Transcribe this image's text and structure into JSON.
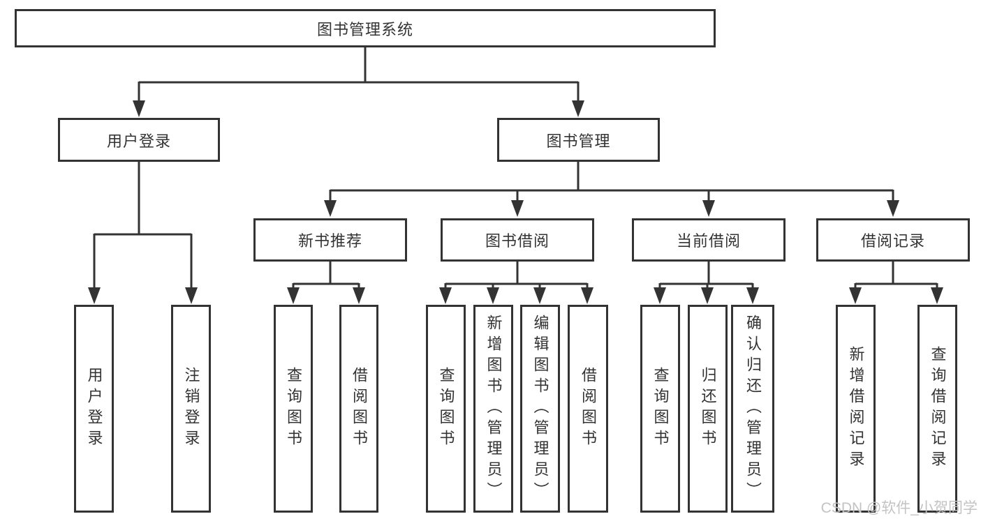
{
  "diagram": {
    "root": {
      "label": "图书管理系统"
    },
    "branches": [
      {
        "label": "用户登录",
        "children": [
          {
            "label": "用户登录"
          },
          {
            "label": "注销登录"
          }
        ]
      },
      {
        "label": "图书管理",
        "children": [
          {
            "label": "新书推荐",
            "children": [
              {
                "label": "查询图书"
              },
              {
                "label": "借阅图书"
              }
            ]
          },
          {
            "label": "图书借阅",
            "children": [
              {
                "label": "查询图书"
              },
              {
                "label": "新增图书（管理员）"
              },
              {
                "label": "编辑图书（管理员）"
              },
              {
                "label": "借阅图书"
              }
            ]
          },
          {
            "label": "当前借阅",
            "children": [
              {
                "label": "查询图书"
              },
              {
                "label": "归还图书"
              },
              {
                "label": "确认归还（管理员）"
              }
            ]
          },
          {
            "label": "借阅记录",
            "children": [
              {
                "label": "新增借阅记录"
              },
              {
                "label": "查询借阅记录"
              }
            ]
          }
        ]
      }
    ]
  },
  "watermark": {
    "text": "CSDN @软件_小贺同学"
  },
  "colors": {
    "line": "#333333",
    "box_border": "#333333",
    "text": "#333333",
    "watermark": "#c3c3c3",
    "background": "#ffffff"
  }
}
